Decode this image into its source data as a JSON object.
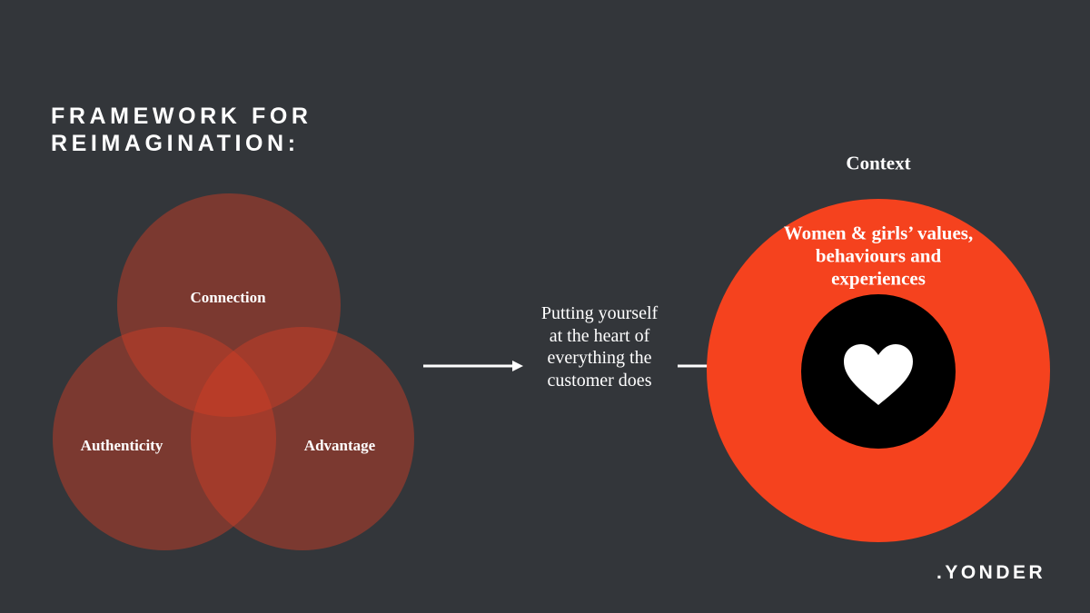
{
  "title": {
    "line1": "FRAMEWORK FOR",
    "line2": "REIMAGINATION:"
  },
  "venn": {
    "top": "Connection",
    "left": "Authenticity",
    "right": "Advantage"
  },
  "middle_text": "Putting yourself at the heart of everything the customer does",
  "context": {
    "label": "Context",
    "inner_text": "Women & girls’ values, behaviours and experiences",
    "center_icon": "heart-icon"
  },
  "logo": ".YONDER",
  "colors": {
    "background": "#33363a",
    "accent": "#f5421e",
    "venn": "#d23e26"
  }
}
